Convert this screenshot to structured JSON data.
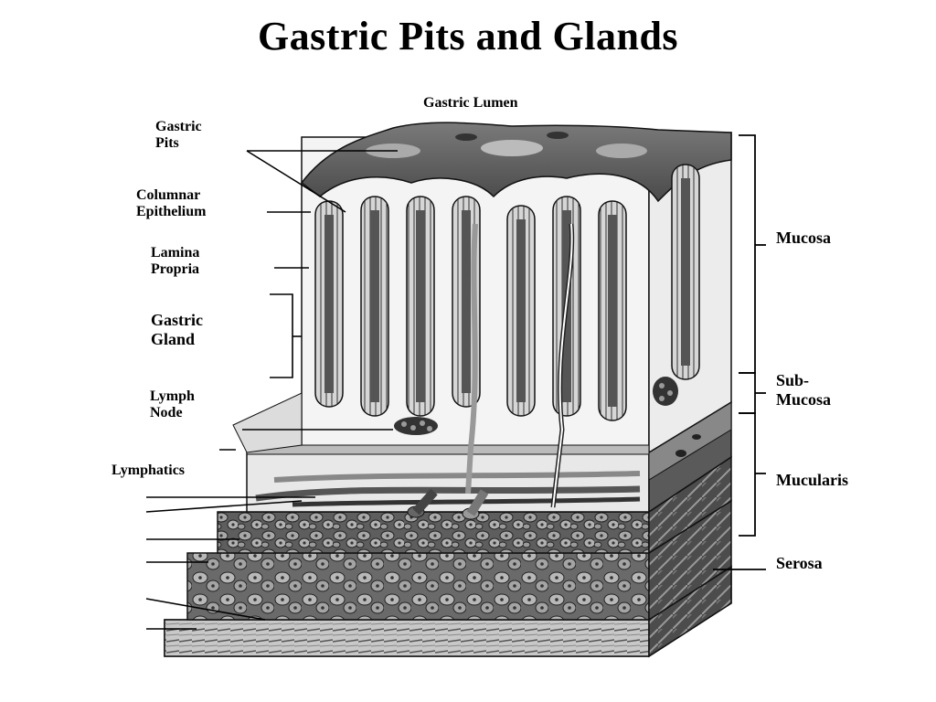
{
  "title": "Gastric Pits and Glands",
  "labels": {
    "lumen": "Gastric Lumen",
    "pits_1": "Gastric",
    "pits_2": "Pits",
    "columnar_1": "Columnar",
    "columnar_2": "Epithelium",
    "lamina_1": "Lamina",
    "lamina_2": "Propria",
    "gland_1": "Gastric",
    "gland_2": "Gland",
    "lymph_1": "Lymph",
    "lymph_2": "Node",
    "lymphatics": "Lymphatics",
    "mucosa": "Mucosa",
    "submucosa_1": "Sub-",
    "submucosa_2": "Mucosa",
    "muscularis": "Mucularis",
    "serosa": "Serosa"
  }
}
